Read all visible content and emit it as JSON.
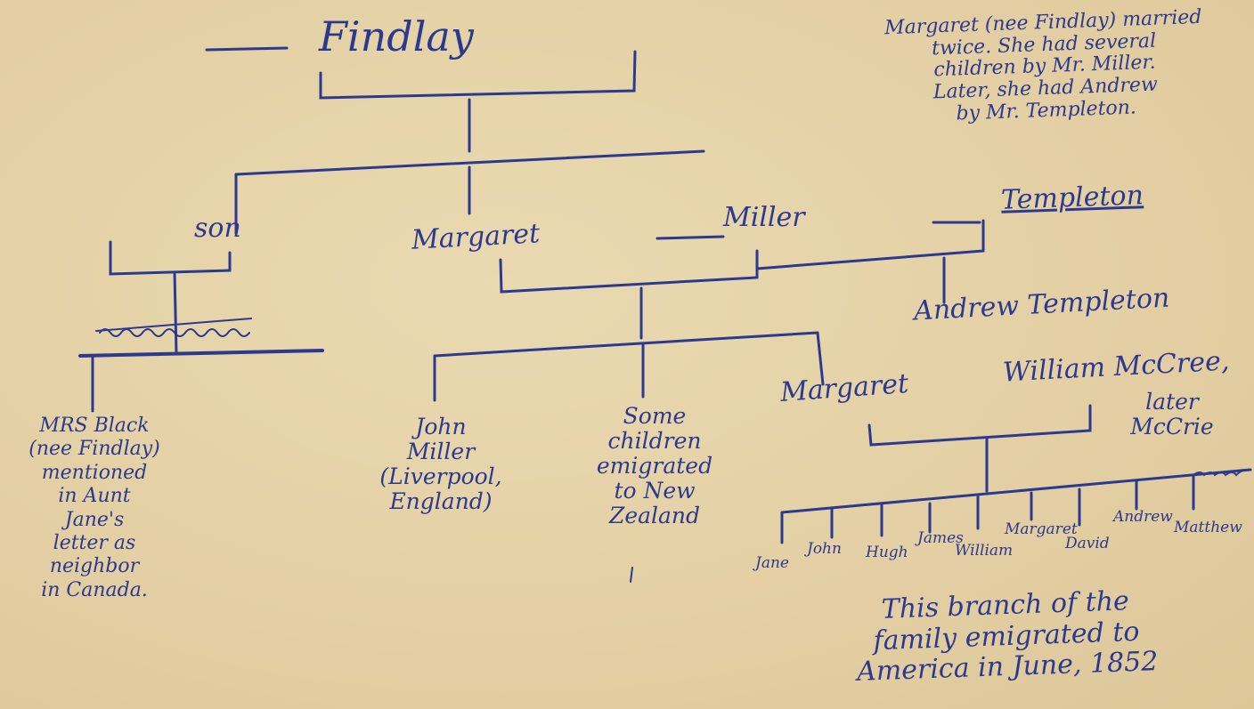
{
  "ink_color": "#2b3a8f",
  "paper_color": "#e6d3a8",
  "root": {
    "name": "Findlay"
  },
  "note_marriage": "Margaret (nee Findlay) married\ntwice. She had several\nchildren by Mr. Miller.\nLater, she had Andrew\nby Mr. Templeton.",
  "gen2": {
    "son": "son",
    "margaret": "Margaret",
    "miller": "Miller",
    "templeton": "Templeton"
  },
  "andrew_templeton": "Andrew Templeton",
  "mrs_black_note": "MRS Black\n(nee Findlay)\nmentioned\nin Aunt\nJane's\nletter as\nneighbor\nin Canada.",
  "john_miller": "John\nMiller\n(Liverpool,\nEngland)",
  "some_children": "Some\nchildren\nemigrated\nto New\nZealand",
  "margaret2": "Margaret",
  "william": "William McCree,",
  "later_mccrie": "later\nMcCrie",
  "children": [
    {
      "name": "Jane"
    },
    {
      "name": "John"
    },
    {
      "name": "Hugh"
    },
    {
      "name": "James"
    },
    {
      "name": "William"
    },
    {
      "name": "Margaret"
    },
    {
      "name": "David"
    },
    {
      "name": "Andrew"
    },
    {
      "name": "Matthew"
    }
  ],
  "emigration_note": "This branch of the\nfamily emigrated to\nAmerica in June, 1852"
}
